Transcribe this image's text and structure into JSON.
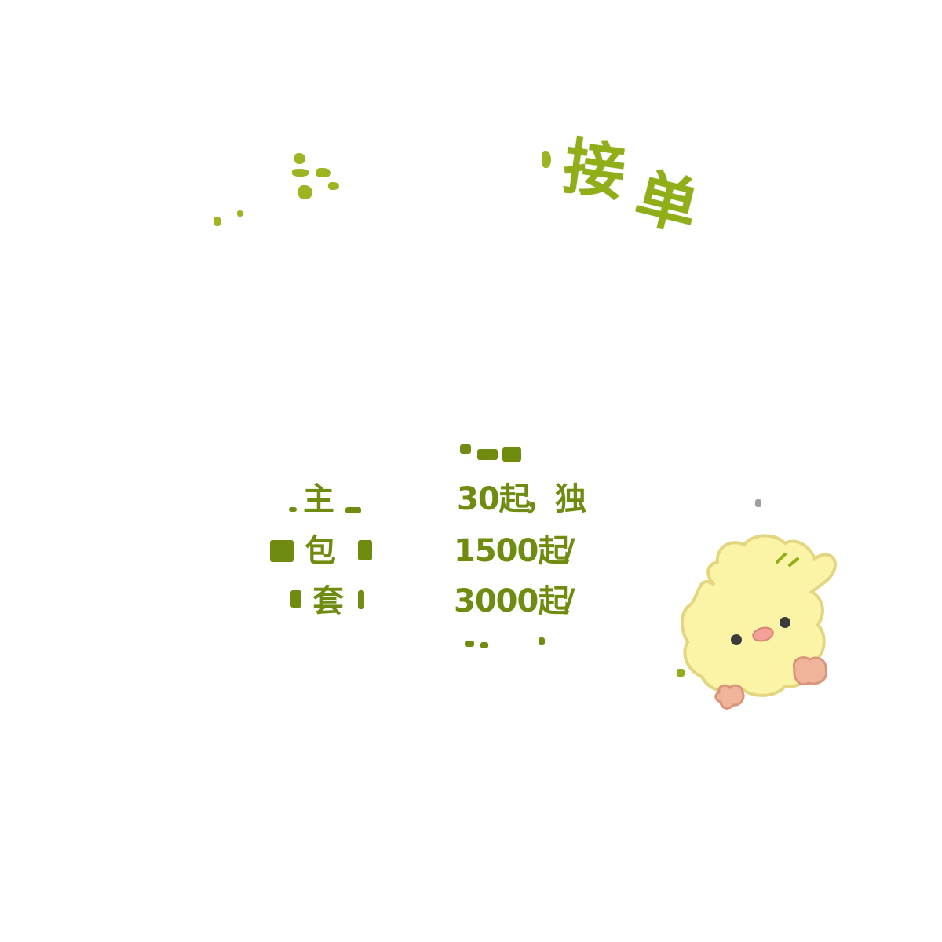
{
  "header": {
    "title_visible": "接单"
  },
  "price_list": {
    "rows": [
      {
        "label_fragment": "主",
        "price": "30起",
        "tail": "，独"
      },
      {
        "label_fragment": "包",
        "price": "1500起",
        "tail": "/"
      },
      {
        "label_fragment": "套",
        "price": "3000起",
        "tail": "/"
      }
    ]
  },
  "mascot": {
    "type": "chick-illustration",
    "colors": {
      "body": "#fbf3a6",
      "outline": "#e0d470",
      "feet": "#f0b49a",
      "cheek": "#f2a098",
      "eye": "#3b3b3b",
      "accent": "#8fae17"
    }
  },
  "colors": {
    "accent": "#8fae17",
    "text": "#6f8c10",
    "background": "#ffffff"
  }
}
